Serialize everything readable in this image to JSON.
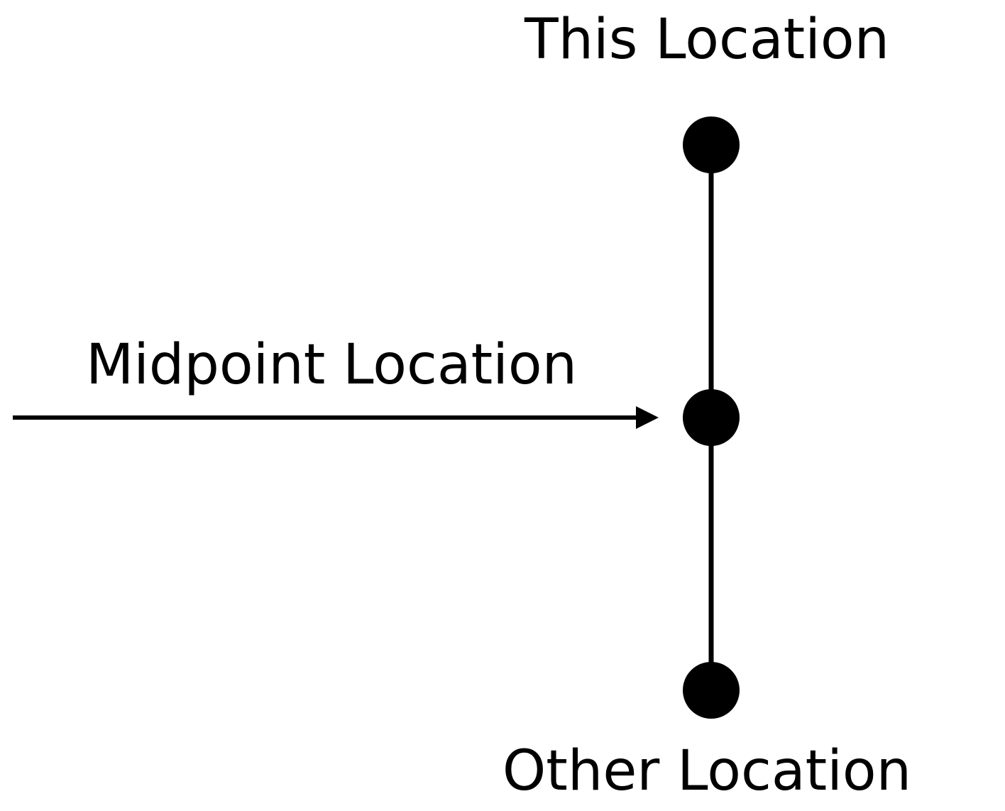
{
  "diagram": {
    "labels": {
      "top": "This Location",
      "middle": "Midpoint Location",
      "bottom": "Other Location"
    },
    "colors": {
      "stroke": "#000000",
      "background": "#ffffff"
    }
  }
}
